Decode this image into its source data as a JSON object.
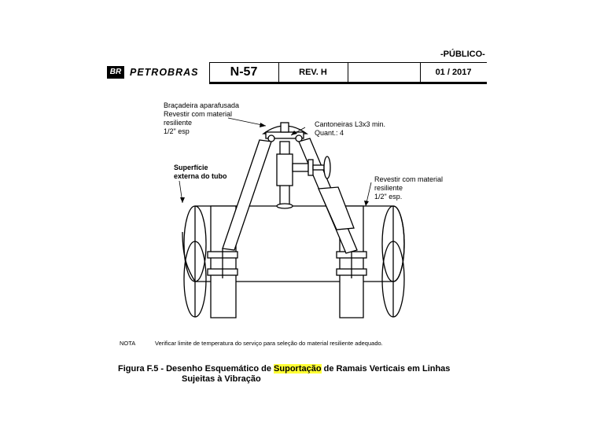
{
  "page": {
    "classification": "-PÚBLICO-",
    "header": {
      "logo_mark": "BR",
      "company": "PETROBRAS",
      "standard": "N-57",
      "revision": "REV. H",
      "blank": "",
      "date": "01 / 2017"
    }
  },
  "diagram": {
    "labels": {
      "clamp_line1": "Braçadeira aparafusada",
      "clamp_line2": "Revestir com material",
      "clamp_line3": "resiliente",
      "clamp_line4": "1/2\" esp",
      "angles_line1": "Cantoneiras L3x3 min.",
      "angles_line2": "Quant.: 4",
      "surface_line1": "Superfície",
      "surface_line2": "externa do tubo",
      "coat_line1": "Revestir com material",
      "coat_line2": "resiliente",
      "coat_line3": "1/2\" esp."
    }
  },
  "note": {
    "label": "NOTA",
    "text": "Verificar limite de temperatura do serviço para seleção do material resiliente adequado."
  },
  "caption": {
    "prefix": "Figura F.5 - Desenho Esquemático de ",
    "highlight": "Suportação",
    "suffix": " de Ramais Verticais em Linhas",
    "line2": "Sujeitas à Vibração",
    "highlight_color": "#ffff33"
  }
}
